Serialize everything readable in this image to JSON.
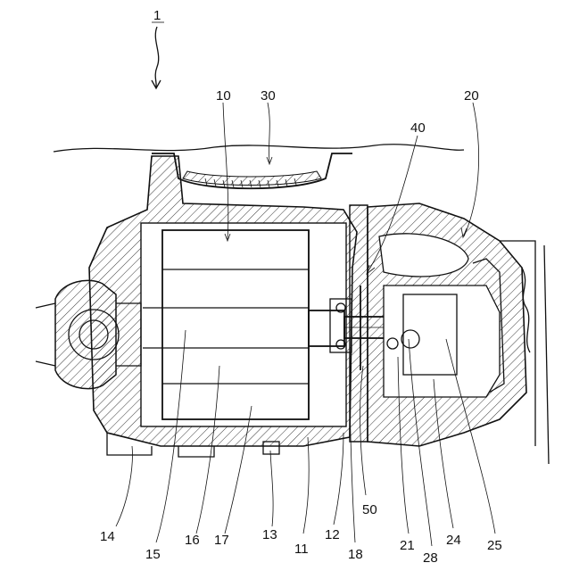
{
  "figure": {
    "ref_main": "1",
    "labels": {
      "l1": "10",
      "l2": "30",
      "l3": "40",
      "l4": "20",
      "l5": "50",
      "l6": "14",
      "l7": "15",
      "l8": "16",
      "l9": "17",
      "l10": "13",
      "l11": "11",
      "l12": "12",
      "l13": "18",
      "l14": "21",
      "l15": "28",
      "l16": "24",
      "l17": "25"
    }
  }
}
